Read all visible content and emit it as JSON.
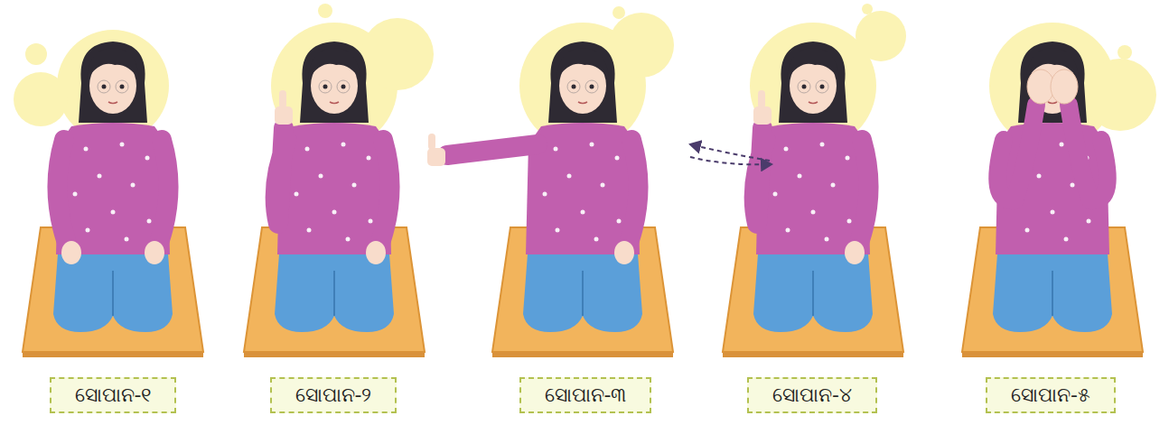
{
  "diagram": {
    "nodes": [
      {
        "text": [
          "ସୋପାନ-୧"
        ]
      },
      {
        "text": [
          "ସୋପାନ-୨"
        ]
      },
      {
        "text": [
          "ସୋପାନ-୩"
        ]
      },
      {
        "text": [
          "ସୋପାନ-୪"
        ]
      },
      {
        "text": [
          "ସୋପାନ-୫"
        ]
      }
    ]
  }
}
